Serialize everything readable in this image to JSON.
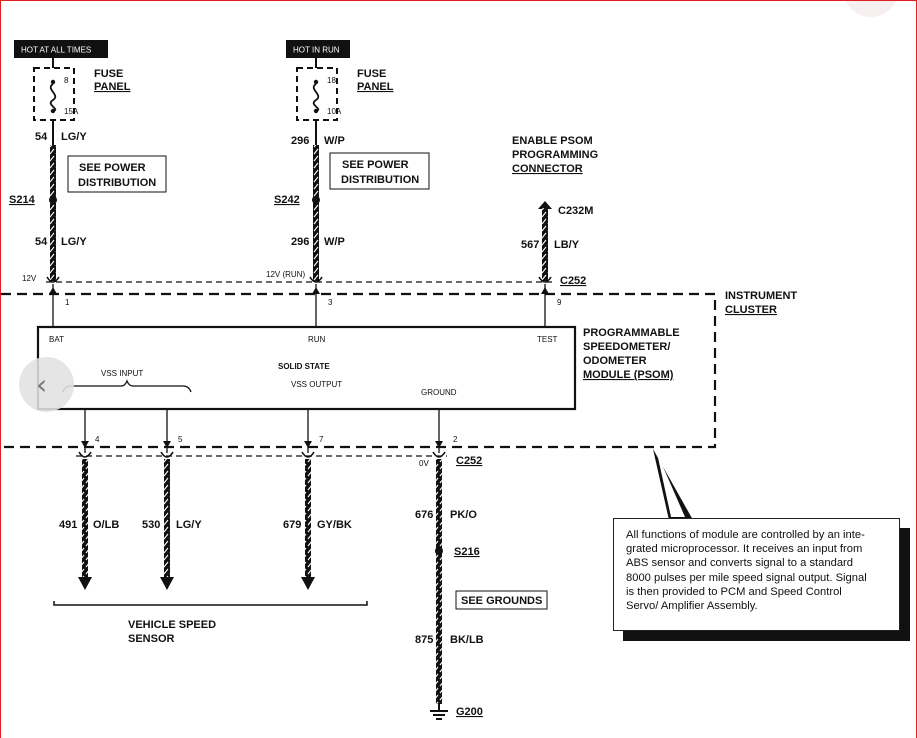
{
  "sources": {
    "hot_at_all_times": "HOT AT ALL TIMES",
    "hot_in_run": "HOT IN RUN"
  },
  "fuses": {
    "a": {
      "number": "8",
      "rating": "15A",
      "label_1": "FUSE",
      "label_2": "PANEL"
    },
    "b": {
      "number": "18",
      "rating": "10A",
      "label_1": "FUSE",
      "label_2": "PANEL"
    }
  },
  "wires": {
    "w54_top": {
      "circuit": "54",
      "color": "LG/Y"
    },
    "w54_bottom": {
      "circuit": "54",
      "color": "LG/Y"
    },
    "w296_top": {
      "circuit": "296",
      "color": "W/P"
    },
    "w296_bottom": {
      "circuit": "296",
      "color": "W/P"
    },
    "w567": {
      "circuit": "567",
      "color": "LB/Y"
    },
    "w491": {
      "circuit": "491",
      "color": "O/LB"
    },
    "w530": {
      "circuit": "530",
      "color": "LG/Y"
    },
    "w679": {
      "circuit": "679",
      "color": "GY/BK"
    },
    "w676": {
      "circuit": "676",
      "color": "PK/O"
    },
    "w875": {
      "circuit": "875",
      "color": "BK/LB"
    }
  },
  "references": {
    "power_dist_1_line1": "SEE POWER",
    "power_dist_1_line2": "DISTRIBUTION",
    "power_dist_2_line1": "SEE POWER",
    "power_dist_2_line2": "DISTRIBUTION",
    "grounds": "SEE GROUNDS"
  },
  "splices": {
    "s214": "S214",
    "s242": "S242",
    "s216": "S216"
  },
  "connectors": {
    "c232m": "C232M",
    "c252_top": "C252",
    "c252_bottom": "C252",
    "g200": "G200"
  },
  "enable_psom": {
    "line1": "ENABLE PSOM",
    "line2": "PROGRAMMING",
    "line3": "CONNECTOR"
  },
  "voltages": {
    "v12": "12V",
    "v12run": "12V (RUN)",
    "v0": "0V"
  },
  "pins": {
    "p1": "1",
    "p3": "3",
    "p9": "9",
    "p4": "4",
    "p5": "5",
    "p7": "7",
    "p2": "2"
  },
  "cluster": {
    "line1": "INSTRUMENT",
    "line2": "CLUSTER"
  },
  "module": {
    "bat": "BAT",
    "run": "RUN",
    "test": "TEST",
    "vss_input": "VSS INPUT",
    "solid_state": "SOLID STATE",
    "vss_output": "VSS OUTPUT",
    "ground": "GROUND",
    "name_line1": "PROGRAMMABLE",
    "name_line2": "SPEEDOMETER/",
    "name_line3": "ODOMETER",
    "name_line4": "MODULE (PSOM)"
  },
  "vehicle_speed_sensor": {
    "line1": "VEHICLE SPEED",
    "line2": "SENSOR"
  },
  "note": {
    "line1": "All functions of module are controlled by an inte-",
    "line2": "grated microprocessor. It receives an input from",
    "line3": "ABS sensor and converts signal to a standard",
    "line4": "8000 pulses per mile speed signal output. Signal",
    "line5": "is then provided to PCM and Speed Control",
    "line6": "Servo/ Amplifier Assembly."
  },
  "nav": {
    "back_glyph": "‹"
  }
}
